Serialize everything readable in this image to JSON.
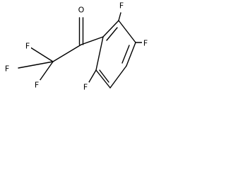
{
  "molecule": {
    "atoms": {
      "O": "O",
      "F1": "F",
      "F2": "F",
      "F3": "F",
      "F4": "F",
      "F5": "F",
      "F6": "F"
    },
    "bond_color": "#000000",
    "label_color": "#000000",
    "background": "#ffffff"
  }
}
